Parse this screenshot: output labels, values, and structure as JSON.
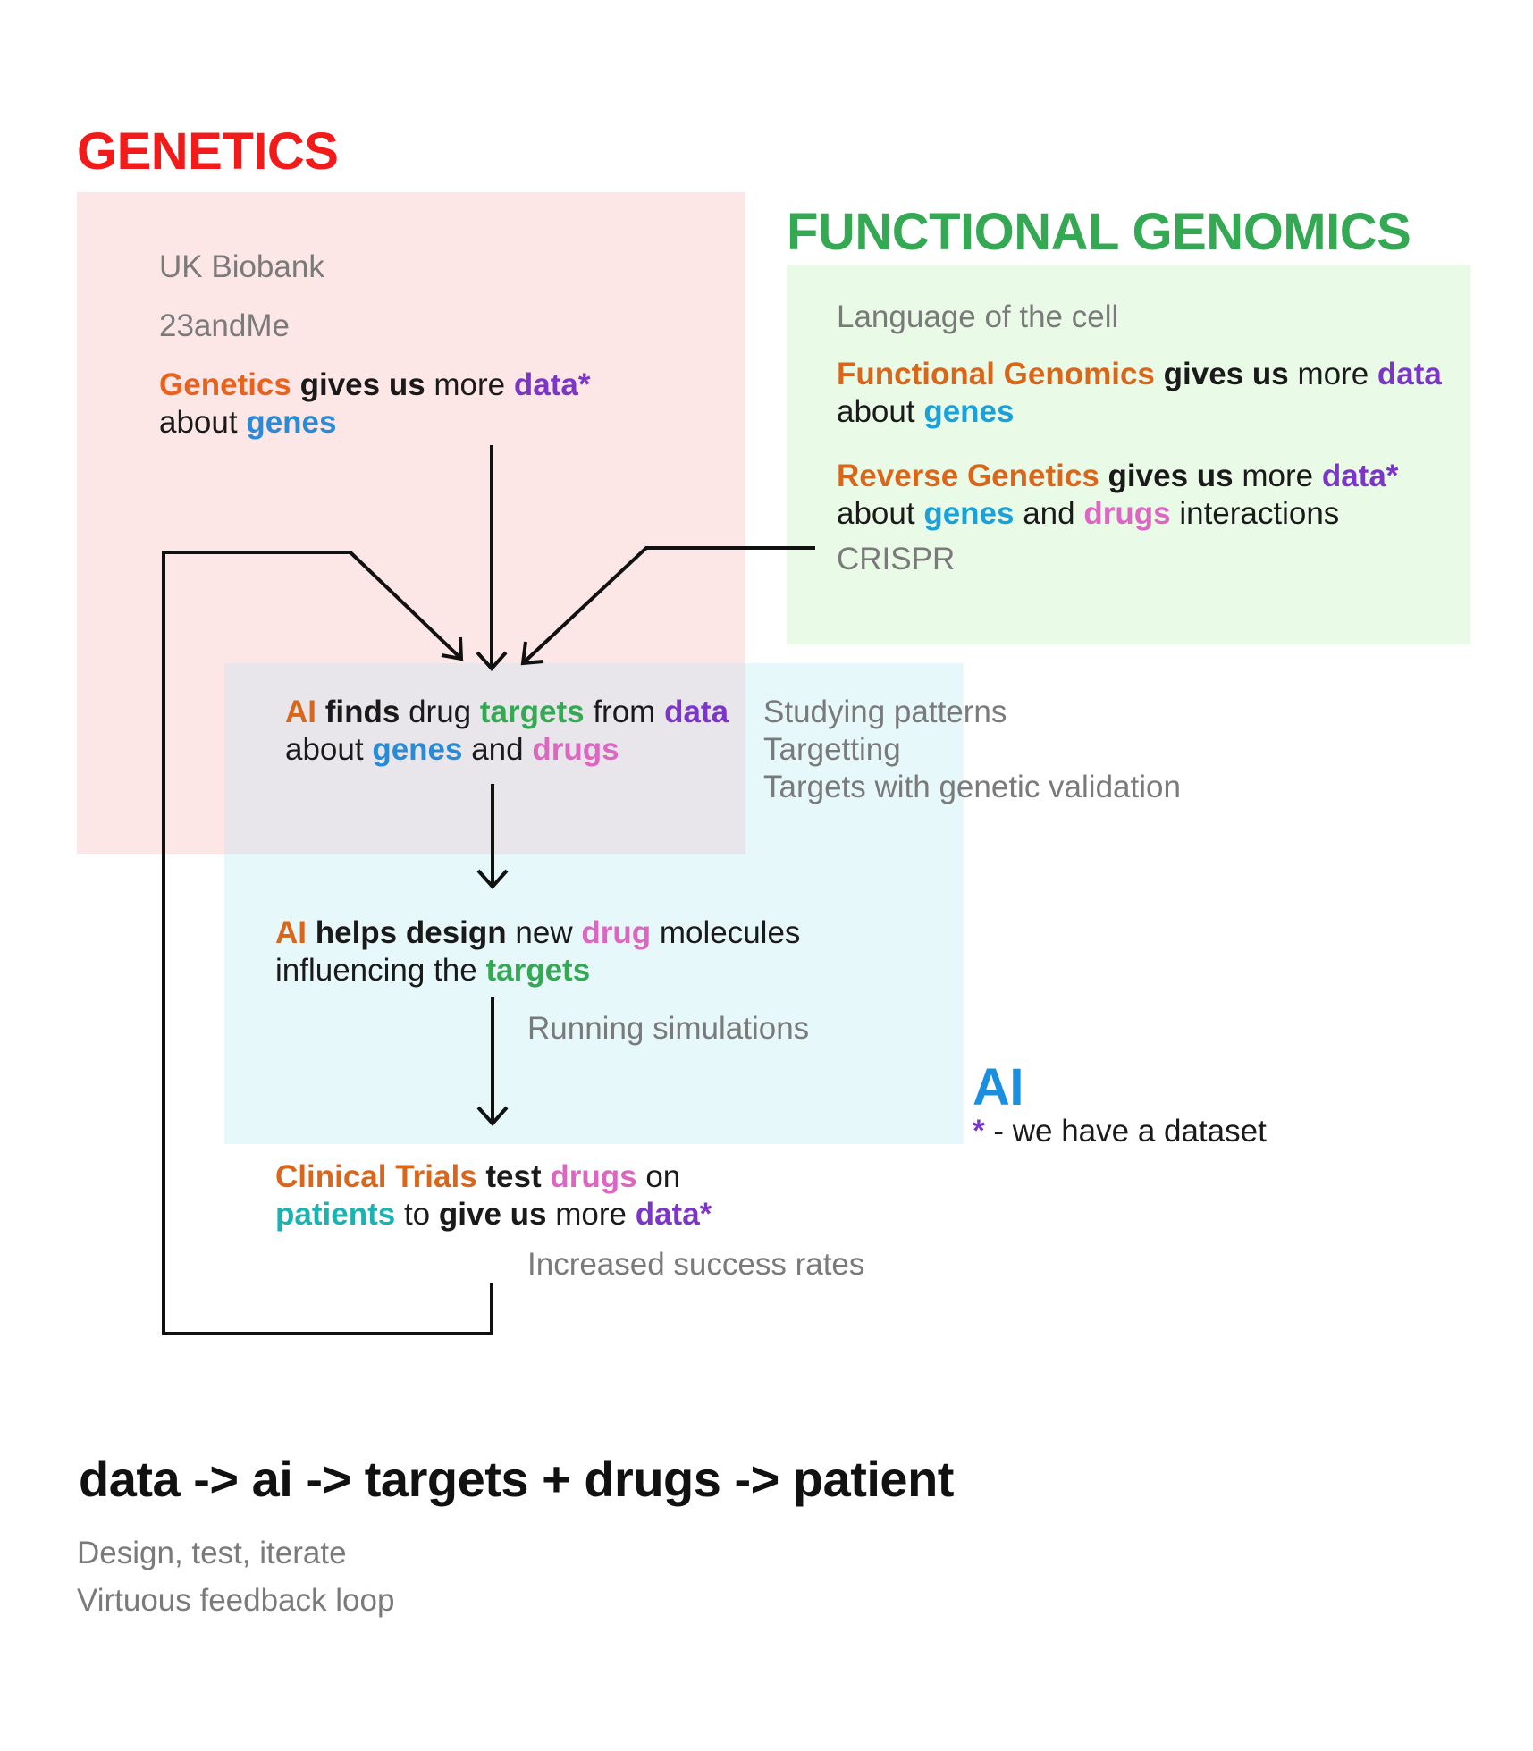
{
  "colors": {
    "genetics_title": "#f21b1b",
    "functional_title": "#34a853",
    "ai_title": "#1a8fe0",
    "genetics_bg": "#fde6e6",
    "functional_bg": "#e9fbe6",
    "ai_bg": "#e7f8fb",
    "overlap_bg": "#e8e6ea"
  },
  "genetics": {
    "title": "GENETICS",
    "sources": [
      "UK Biobank",
      "23andMe"
    ],
    "statement": {
      "subject": "Genetics",
      "verb": "gives us",
      "more": "more",
      "data": "data*",
      "about": "about",
      "genes": "genes"
    }
  },
  "functional": {
    "title": "FUNCTIONAL GENOMICS",
    "note": "Language of the cell",
    "statement1": {
      "subject": "Functional Genomics",
      "verb": "gives us",
      "more": "more",
      "data": "data",
      "about": "about",
      "genes": "genes"
    },
    "statement2": {
      "subject": "Reverse Genetics",
      "verb": "gives us",
      "more": "more",
      "data": "data*",
      "about": "about",
      "genes": "genes",
      "and": "and",
      "drugs": "drugs",
      "interactions": "interactions"
    },
    "crispr": "CRISPR"
  },
  "ai_finds": {
    "ai": "AI",
    "finds": "finds",
    "drug": "drug",
    "targets": "targets",
    "from": "from",
    "data": "data",
    "about": "about",
    "genes": "genes",
    "and": "and",
    "drugs": "drugs",
    "notes": [
      "Studying patterns",
      "Targetting",
      "Targets with genetic validation"
    ]
  },
  "ai_design": {
    "ai": "AI",
    "helps": "helps design",
    "new": "new",
    "drug": "drug",
    "molecules": "molecules",
    "influencing": "influencing the",
    "targets": "targets",
    "note": "Running simulations"
  },
  "ai_legend": {
    "title": "AI",
    "asterisk": "*",
    "desc": " - we have a dataset"
  },
  "clinical": {
    "subject": "Clinical Trials",
    "test": "test",
    "drugs": "drugs",
    "on": "on",
    "patients": "patients",
    "to": "to",
    "give": "give us",
    "more": "more",
    "data": "data*",
    "note": "Increased success rates"
  },
  "summary": {
    "formula": "data -> ai -> targets + drugs -> patient",
    "lines": [
      "Design, test, iterate",
      "Virtuous feedback loop"
    ]
  }
}
